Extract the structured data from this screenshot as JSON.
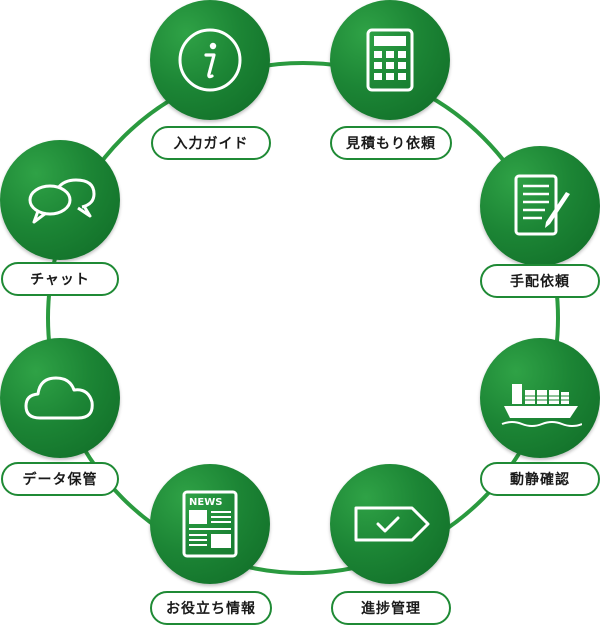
{
  "diagram": {
    "colors": {
      "primary": "#1f8a35",
      "primary_dark": "#0f6a26",
      "ring": "#2a9a3f",
      "label_text": "#1a1a1a"
    },
    "nodes": [
      {
        "id": "input-guide",
        "label": "入力ガイド",
        "icon": "info-icon"
      },
      {
        "id": "quote-request",
        "label": "見積もり依頼",
        "icon": "calculator-icon"
      },
      {
        "id": "arrangement-request",
        "label": "手配依頼",
        "icon": "document-pen-icon"
      },
      {
        "id": "movement-check",
        "label": "動静確認",
        "icon": "cargo-ship-icon"
      },
      {
        "id": "progress-management",
        "label": "進捗管理",
        "icon": "check-tag-icon"
      },
      {
        "id": "useful-info",
        "label": "お役立ち情報",
        "icon": "newspaper-icon",
        "icon_text": "NEWS"
      },
      {
        "id": "data-storage",
        "label": "データ保管",
        "icon": "cloud-icon"
      },
      {
        "id": "chat",
        "label": "チャット",
        "icon": "chat-bubbles-icon"
      }
    ]
  }
}
